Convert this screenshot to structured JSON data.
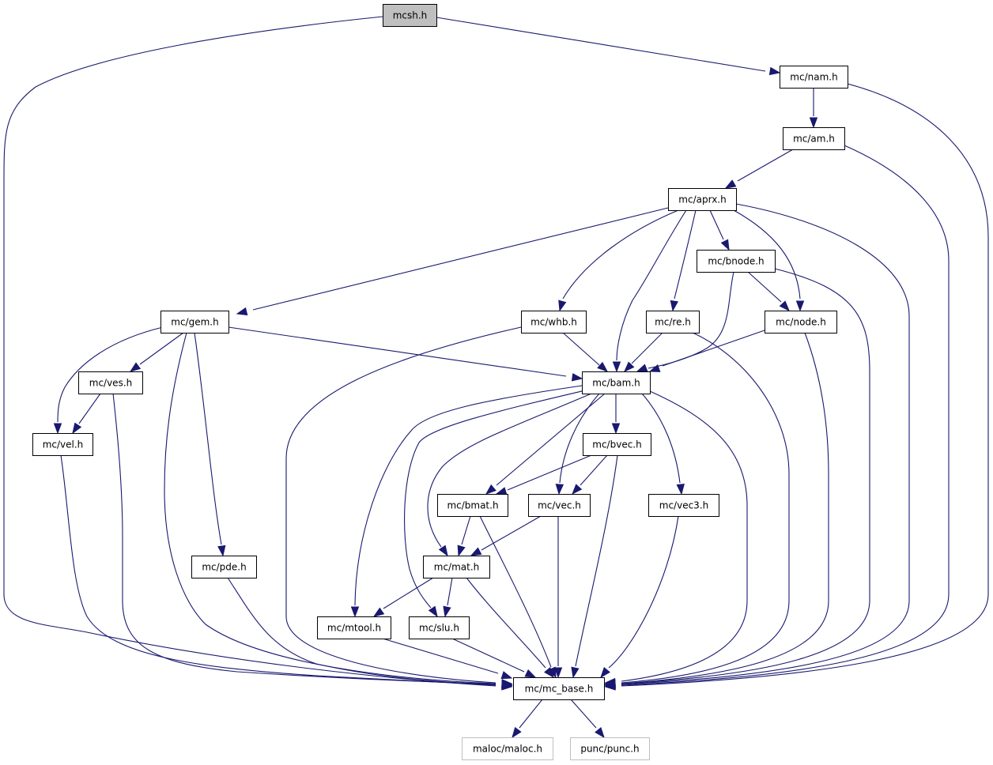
{
  "diagram": {
    "type": "include-dependency-graph",
    "colors": {
      "edge": "#191970",
      "root_fill": "#bfbfbf",
      "node_fill": "#ffffff",
      "node_border": "#000000",
      "external_border": "#bfbfbf",
      "text": "#000000"
    },
    "nodes": [
      {
        "id": "mcsh",
        "label": "mcsh.h",
        "role": "root"
      },
      {
        "id": "nam",
        "label": "mc/nam.h"
      },
      {
        "id": "am",
        "label": "mc/am.h"
      },
      {
        "id": "aprx",
        "label": "mc/aprx.h"
      },
      {
        "id": "bnode",
        "label": "mc/bnode.h"
      },
      {
        "id": "gem",
        "label": "mc/gem.h"
      },
      {
        "id": "whb",
        "label": "mc/whb.h"
      },
      {
        "id": "re",
        "label": "mc/re.h"
      },
      {
        "id": "node",
        "label": "mc/node.h"
      },
      {
        "id": "ves",
        "label": "mc/ves.h"
      },
      {
        "id": "bam",
        "label": "mc/bam.h"
      },
      {
        "id": "vel",
        "label": "mc/vel.h"
      },
      {
        "id": "bvec",
        "label": "mc/bvec.h"
      },
      {
        "id": "bmat",
        "label": "mc/bmat.h"
      },
      {
        "id": "vec",
        "label": "mc/vec.h"
      },
      {
        "id": "vec3",
        "label": "mc/vec3.h"
      },
      {
        "id": "pde",
        "label": "mc/pde.h"
      },
      {
        "id": "mat",
        "label": "mc/mat.h"
      },
      {
        "id": "mtool",
        "label": "mc/mtool.h"
      },
      {
        "id": "slu",
        "label": "mc/slu.h"
      },
      {
        "id": "base",
        "label": "mc/mc_base.h"
      },
      {
        "id": "maloc",
        "label": "maloc/maloc.h",
        "role": "external"
      },
      {
        "id": "punc",
        "label": "punc/punc.h",
        "role": "external"
      }
    ],
    "edges": [
      {
        "from": "mcsh",
        "to": "nam"
      },
      {
        "from": "mcsh",
        "to": "base"
      },
      {
        "from": "nam",
        "to": "am"
      },
      {
        "from": "nam",
        "to": "base"
      },
      {
        "from": "am",
        "to": "aprx"
      },
      {
        "from": "am",
        "to": "base"
      },
      {
        "from": "aprx",
        "to": "gem"
      },
      {
        "from": "aprx",
        "to": "whb"
      },
      {
        "from": "aprx",
        "to": "bam"
      },
      {
        "from": "aprx",
        "to": "re"
      },
      {
        "from": "aprx",
        "to": "bnode"
      },
      {
        "from": "aprx",
        "to": "node"
      },
      {
        "from": "aprx",
        "to": "base"
      },
      {
        "from": "bnode",
        "to": "bam"
      },
      {
        "from": "bnode",
        "to": "node"
      },
      {
        "from": "bnode",
        "to": "base"
      },
      {
        "from": "gem",
        "to": "ves"
      },
      {
        "from": "gem",
        "to": "vel"
      },
      {
        "from": "gem",
        "to": "bam"
      },
      {
        "from": "gem",
        "to": "pde"
      },
      {
        "from": "gem",
        "to": "base"
      },
      {
        "from": "whb",
        "to": "bam"
      },
      {
        "from": "whb",
        "to": "base"
      },
      {
        "from": "re",
        "to": "bam"
      },
      {
        "from": "re",
        "to": "base"
      },
      {
        "from": "node",
        "to": "bam"
      },
      {
        "from": "node",
        "to": "base"
      },
      {
        "from": "ves",
        "to": "vel"
      },
      {
        "from": "ves",
        "to": "base"
      },
      {
        "from": "vel",
        "to": "base"
      },
      {
        "from": "bam",
        "to": "bvec"
      },
      {
        "from": "bam",
        "to": "bmat"
      },
      {
        "from": "bam",
        "to": "vec"
      },
      {
        "from": "bam",
        "to": "vec3"
      },
      {
        "from": "bam",
        "to": "mat"
      },
      {
        "from": "bam",
        "to": "mtool"
      },
      {
        "from": "bam",
        "to": "slu"
      },
      {
        "from": "bam",
        "to": "base"
      },
      {
        "from": "bvec",
        "to": "bmat"
      },
      {
        "from": "bvec",
        "to": "vec"
      },
      {
        "from": "bvec",
        "to": "base"
      },
      {
        "from": "bmat",
        "to": "mat"
      },
      {
        "from": "bmat",
        "to": "base"
      },
      {
        "from": "vec",
        "to": "mat"
      },
      {
        "from": "vec",
        "to": "base"
      },
      {
        "from": "vec3",
        "to": "base"
      },
      {
        "from": "pde",
        "to": "base"
      },
      {
        "from": "mat",
        "to": "mtool"
      },
      {
        "from": "mat",
        "to": "slu"
      },
      {
        "from": "mat",
        "to": "base"
      },
      {
        "from": "mtool",
        "to": "base"
      },
      {
        "from": "slu",
        "to": "base"
      },
      {
        "from": "base",
        "to": "maloc"
      },
      {
        "from": "base",
        "to": "punc"
      }
    ]
  }
}
